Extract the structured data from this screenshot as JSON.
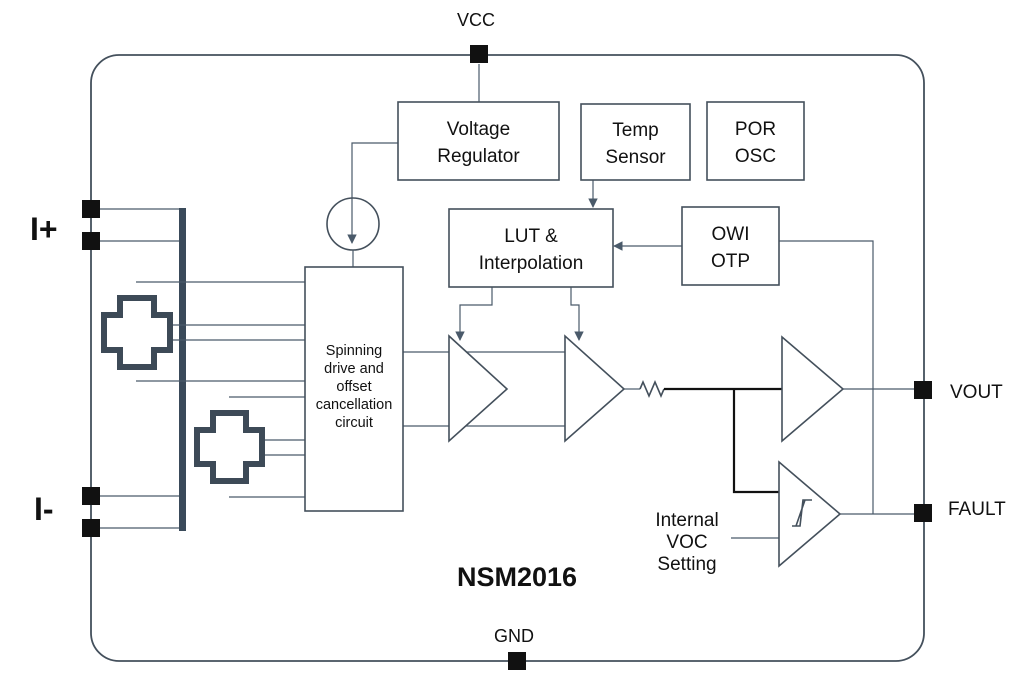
{
  "chip_name": "NSM2016",
  "pins": {
    "vcc": "VCC",
    "gnd": "GND",
    "vout": "VOUT",
    "fault": "FAULT",
    "i_plus": "I+",
    "i_minus": "I-"
  },
  "blocks": {
    "voltage_regulator": [
      "Voltage",
      "Regulator"
    ],
    "temp_sensor": [
      "Temp",
      "Sensor"
    ],
    "por_osc": [
      "POR",
      "OSC"
    ],
    "lut": [
      "LUT &",
      "Interpolation"
    ],
    "owi_otp": [
      "OWI",
      "OTP"
    ],
    "spinning": [
      "Spinning",
      "drive and",
      "offset",
      "cancellation",
      "circuit"
    ]
  },
  "internal_voc": [
    "Internal",
    "VOC",
    "Setting"
  ],
  "colors": {
    "outline": "#44505c",
    "wire": "#4a5a6a",
    "pin": "#111111",
    "bar": "#3a4a5a",
    "hall": "#3d4a57"
  }
}
